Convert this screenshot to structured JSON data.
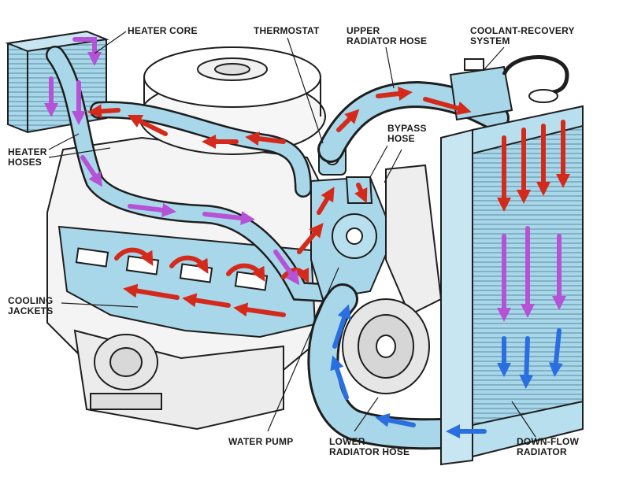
{
  "labels": {
    "heater_core": "HEATER CORE",
    "thermostat": "THERMOSTAT",
    "upper_radiator_hose": "UPPER\nRADIATOR HOSE",
    "coolant_recovery_system": "COOLANT-RECOVERY\nSYSTEM",
    "heater_hoses": "HEATER\nHOSES",
    "bypass_hose": "BYPASS\nHOSE",
    "cooling_jackets": "COOLING\nJACKETS",
    "water_pump": "WATER PUMP",
    "lower_radiator_hose": "LOWER\nRADIATOR HOSE",
    "down_flow_radiator": "DOWN-FLOW\nRADIATOR"
  },
  "colors": {
    "hot_coolant": "#d42a1c",
    "heater_flow": "#b552d6",
    "cool_coolant": "#2a6ee0",
    "coolant_body": "#a9d7ea",
    "outline": "#1e1e1e"
  }
}
